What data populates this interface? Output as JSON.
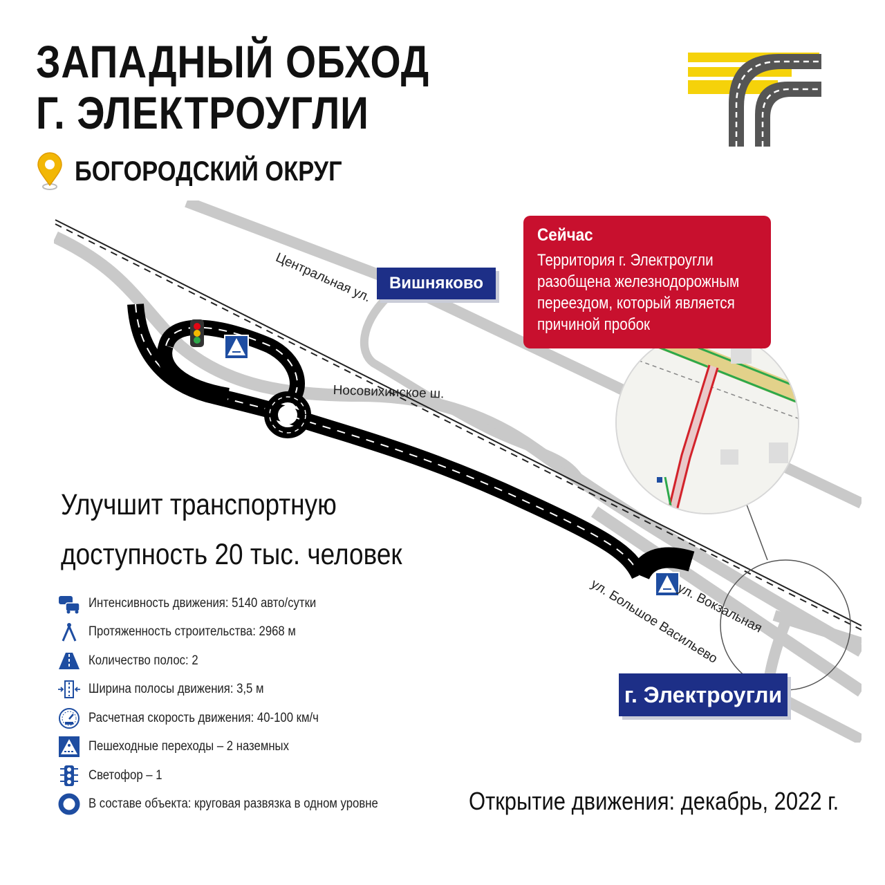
{
  "header": {
    "title_line1": "ЗАПАДНЫЙ ОБХОД",
    "title_line2": "Г. ЭЛЕКТРОУГЛИ",
    "district": "БОГОРОДСКИЙ ОКРУГ"
  },
  "map": {
    "places": {
      "vishnyakovo": "Вишняково",
      "elektrougli": "г. Электроугли"
    },
    "streets": {
      "tsentralnaya": "Центральная ул.",
      "nosovikhinskoe": "Носовихинское ш.",
      "vokzalnaya": "ул. Вокзальная",
      "bolshoe_vasilevo": "ул. Большое Васильево"
    },
    "now_box": {
      "heading": "Сейчас",
      "text": "Территория г. Электроугли разобщена железнодорожным переездом, который является причиной пробок"
    }
  },
  "benefit": {
    "line1": "Улучшит транспортную",
    "line2": "доступность 20 тыс. человек"
  },
  "specs": [
    {
      "icon": "cars-icon",
      "text": "Интенсивность движения: 5140 авто/сутки"
    },
    {
      "icon": "compass-icon",
      "text": "Протяженность строительства: 2968 м"
    },
    {
      "icon": "road-lanes-icon",
      "text": "Количество полос: 2"
    },
    {
      "icon": "lane-width-icon",
      "text": "Ширина полосы движения: 3,5 м"
    },
    {
      "icon": "speedometer-icon",
      "text": "Расчетная скорость движения: 40-100 км/ч"
    },
    {
      "icon": "pedestrian-crossing-icon",
      "text": "Пешеходные переходы – 2 наземных"
    },
    {
      "icon": "traffic-light-icon",
      "text": "Светофор – 1"
    },
    {
      "icon": "roundabout-icon",
      "text": "В составе объекта: круговая развязка в одном уровне"
    }
  ],
  "opening": "Открытие движения: декабрь, 2022 г.",
  "colors": {
    "accent_red": "#c8102e",
    "place_blue": "#1d2f87",
    "logo_yellow": "#f5d20a",
    "logo_gray": "#555555",
    "road_gray": "#c9c9c9",
    "new_road": "#000000"
  }
}
